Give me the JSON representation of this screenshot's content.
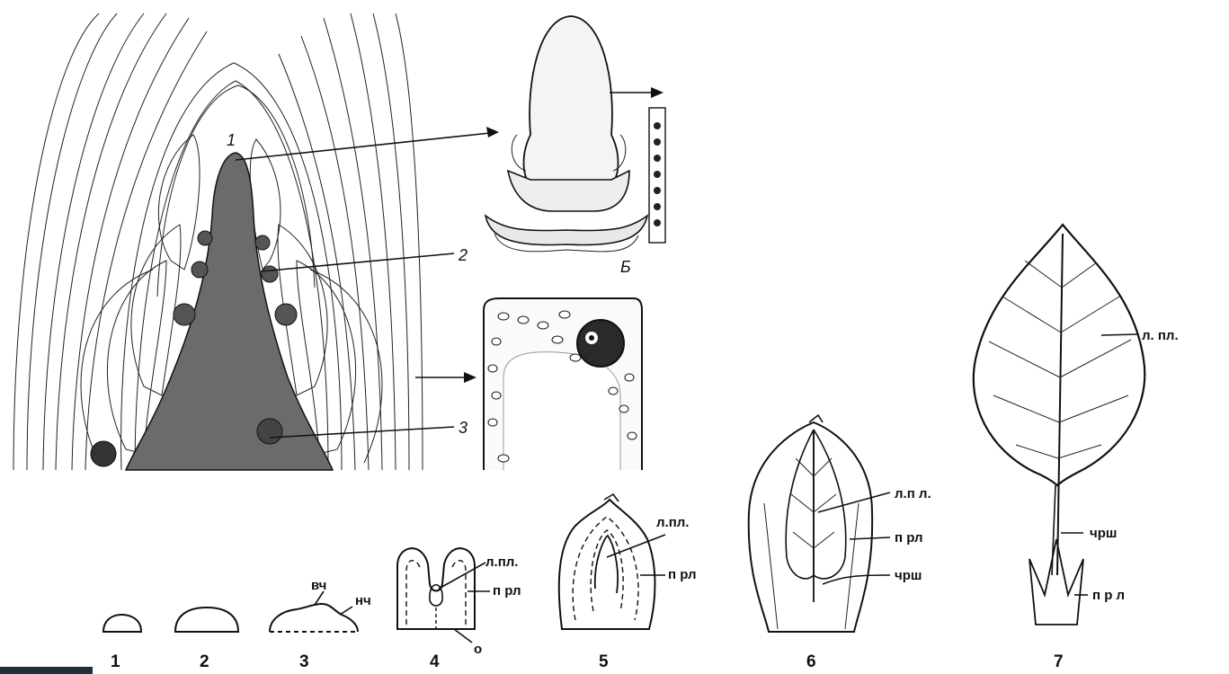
{
  "panel_a": {
    "callouts": [
      "1",
      "2",
      "3"
    ]
  },
  "panel_b": {
    "label": "Б"
  },
  "stages": {
    "numbers": [
      "1",
      "2",
      "3",
      "4",
      "5",
      "6",
      "7"
    ],
    "labels": {
      "vch": "вч",
      "nch": "нч",
      "lpl_4": "л.пл.",
      "prl_4": "п рл",
      "o": "о",
      "lpl_5": "л.пл.",
      "prl_5": "п рл",
      "lpl_6": "л.п л.",
      "prl_6": "п рл",
      "chrsh_6": "чрш",
      "lpl_7": "л. пл.",
      "chrsh_7": "чрш",
      "prl_7": "п р л"
    }
  },
  "colors": {
    "ink": "#111111",
    "cell": "#444444",
    "paper": "#ffffff"
  }
}
